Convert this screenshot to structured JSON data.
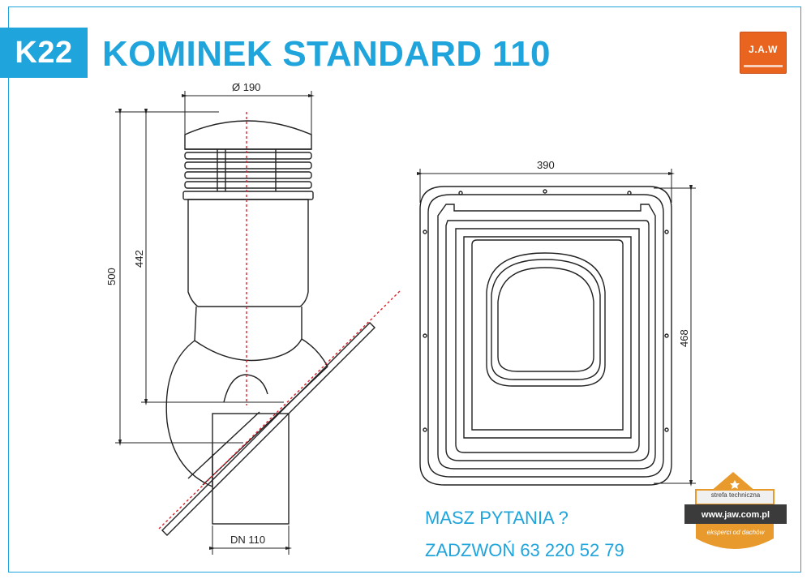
{
  "header": {
    "code": "K22",
    "title": "KOMINEK STANDARD 110",
    "logo_text": "J.A.W"
  },
  "dimensions": {
    "top_diameter": "Ø 190",
    "total_height": "500",
    "body_height": "442",
    "pipe_diameter": "DN 110",
    "base_width": "390",
    "base_height": "468"
  },
  "contact": {
    "line1": "MASZ PYTANIA ?",
    "line2": "ZADZWOŃ 63 220 52 79"
  },
  "badge": {
    "top_text": "strefa techniczna",
    "url": "www.jaw.com.pl",
    "tagline": "eksperci od dachów"
  },
  "colors": {
    "accent": "#1fa4dc",
    "logo": "#e8641f",
    "axis_line": "#e0202a",
    "badge": "#e89a2c"
  }
}
